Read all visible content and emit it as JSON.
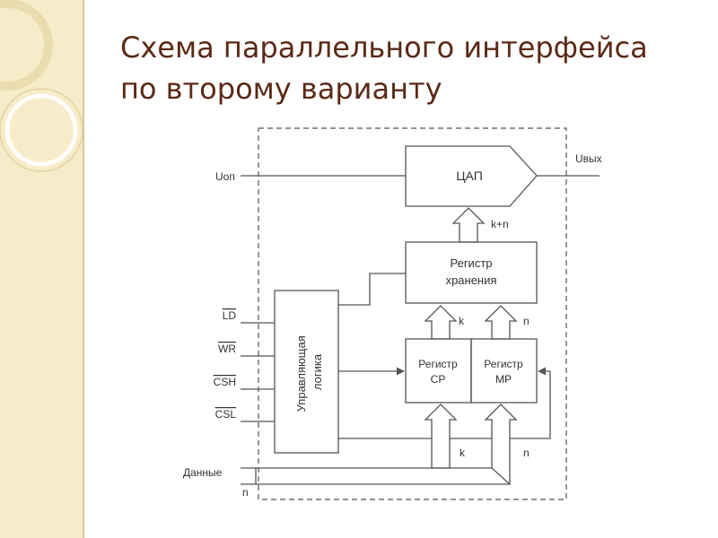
{
  "title": {
    "line1": "Схема параллельного интерфейса",
    "line2": "по второму варианту"
  },
  "diagram": {
    "dac_label": "ЦАП",
    "input_uop": "Uоп",
    "output_uvyh": "Uвых",
    "bus_kn": "k+n",
    "storage_register": [
      "Регистр",
      "хранения"
    ],
    "control_logic": [
      "Управляющая",
      "логика"
    ],
    "reg_sr": [
      "Регистр",
      "СР"
    ],
    "reg_mr": [
      "Регистр",
      "МР"
    ],
    "bus_k_upper": "k",
    "bus_n_upper": "n",
    "bus_k_lower": "k",
    "bus_n_lower": "n",
    "signals": [
      "LD",
      "WR",
      "CSH",
      "CSL"
    ],
    "data_label": "Данные",
    "data_n": "n"
  },
  "colors": {
    "title": "#5a2a17",
    "left_band": "#f6ecc9",
    "line": "#555555"
  }
}
